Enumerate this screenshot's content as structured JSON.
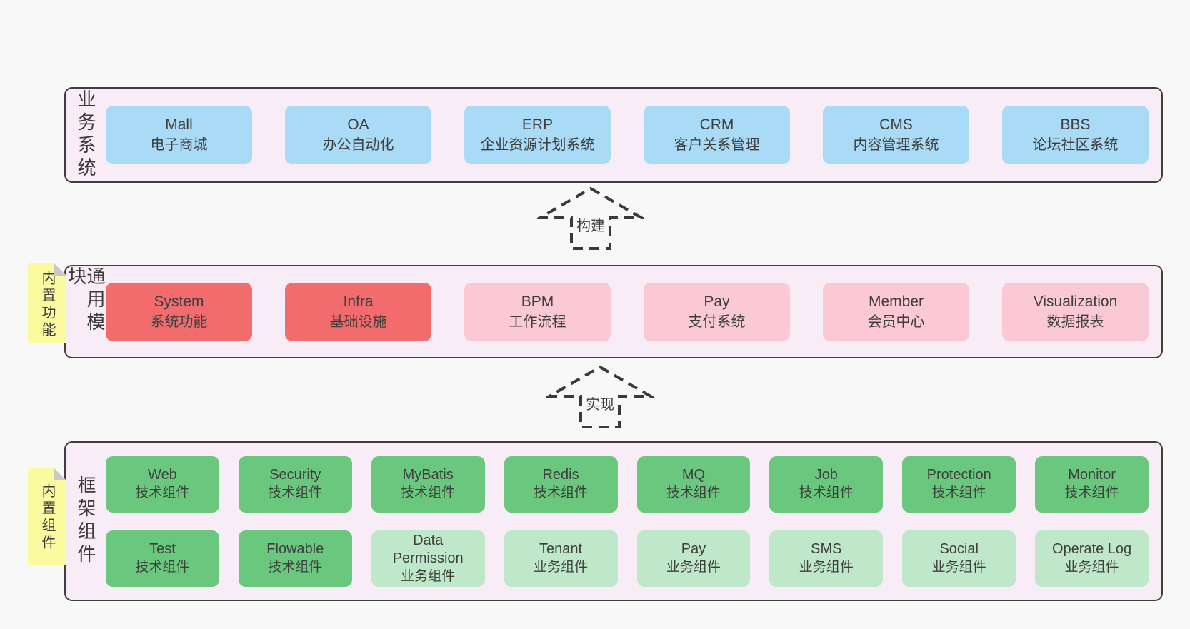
{
  "colors": {
    "bg": "#f8f8f8",
    "panel": "#f8edf6",
    "border": "#3f3f3f",
    "blue": "#a9dbf6",
    "red": "#f26b6d",
    "pink": "#fbc9d4",
    "green": "#69c87d",
    "green_light": "#bee8c9",
    "note": "#fbfa9f",
    "fold": "#c8c8c8",
    "arrow": "#3a3a3a",
    "ink": "#3f3f3f"
  },
  "arrows": [
    {
      "label": "构建"
    },
    {
      "label": "实现"
    }
  ],
  "sections": {
    "business": {
      "label": "业务系统",
      "boxes": [
        {
          "name": "Mall",
          "sub": "电子商城",
          "variant": "blue"
        },
        {
          "name": "OA",
          "sub": "办公自动化",
          "variant": "blue"
        },
        {
          "name": "ERP",
          "sub": "企业资源计划系统",
          "variant": "blue"
        },
        {
          "name": "CRM",
          "sub": "客户关系管理",
          "variant": "blue"
        },
        {
          "name": "CMS",
          "sub": "内容管理系统",
          "variant": "blue"
        },
        {
          "name": "BBS",
          "sub": "论坛社区系统",
          "variant": "blue"
        }
      ]
    },
    "modules": {
      "note": "内置功能",
      "label": "通用模块",
      "boxes": [
        {
          "name": "System",
          "sub": "系统功能",
          "variant": "red"
        },
        {
          "name": "Infra",
          "sub": "基础设施",
          "variant": "red"
        },
        {
          "name": "BPM",
          "sub": "工作流程",
          "variant": "pink"
        },
        {
          "name": "Pay",
          "sub": "支付系统",
          "variant": "pink"
        },
        {
          "name": "Member",
          "sub": "会员中心",
          "variant": "pink"
        },
        {
          "name": "Visualization",
          "sub": "数据报表",
          "variant": "pink"
        }
      ]
    },
    "components": {
      "note": "内置组件",
      "label": "框架组件",
      "rows": [
        [
          {
            "name": "Web",
            "sub": "技术组件",
            "variant": "green"
          },
          {
            "name": "Security",
            "sub": "技术组件",
            "variant": "green"
          },
          {
            "name": "MyBatis",
            "sub": "技术组件",
            "variant": "green"
          },
          {
            "name": "Redis",
            "sub": "技术组件",
            "variant": "green"
          },
          {
            "name": "MQ",
            "sub": "技术组件",
            "variant": "green"
          },
          {
            "name": "Job",
            "sub": "技术组件",
            "variant": "green"
          },
          {
            "name": "Protection",
            "sub": "技术组件",
            "variant": "green"
          },
          {
            "name": "Monitor",
            "sub": "技术组件",
            "variant": "green"
          }
        ],
        [
          {
            "name": "Test",
            "sub": "技术组件",
            "variant": "green"
          },
          {
            "name": "Flowable",
            "sub": "技术组件",
            "variant": "green"
          },
          {
            "name": "Data Permission",
            "sub": "业务组件",
            "variant": "green-light"
          },
          {
            "name": "Tenant",
            "sub": "业务组件",
            "variant": "green-light"
          },
          {
            "name": "Pay",
            "sub": "业务组件",
            "variant": "green-light"
          },
          {
            "name": "SMS",
            "sub": "业务组件",
            "variant": "green-light"
          },
          {
            "name": "Social",
            "sub": "业务组件",
            "variant": "green-light"
          },
          {
            "name": "Operate Log",
            "sub": "业务组件",
            "variant": "green-light"
          }
        ]
      ]
    }
  }
}
